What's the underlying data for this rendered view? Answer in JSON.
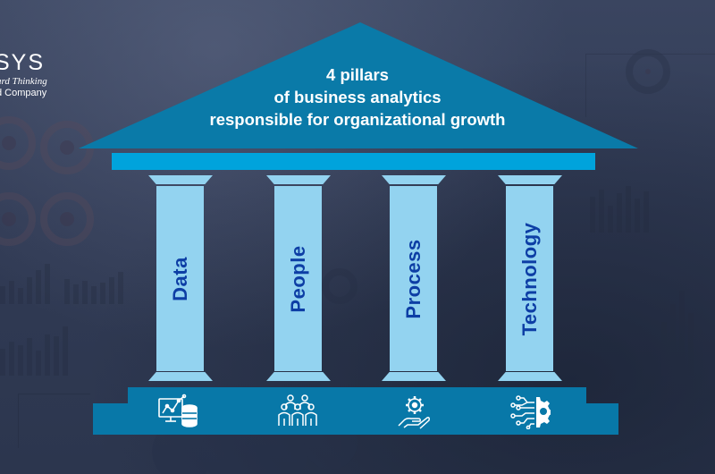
{
  "logo": {
    "brand": "SYS",
    "tagline_1": "ard Thinking",
    "tagline_2": "d Company"
  },
  "roof": {
    "title_line_1": "4 pillars",
    "title_line_2": "of business analytics",
    "title_line_3": "responsible for organizational growth"
  },
  "pillars": [
    {
      "label": "Data",
      "icon": "data-analytics-database-icon"
    },
    {
      "label": "People",
      "icon": "people-group-icon"
    },
    {
      "label": "Process",
      "icon": "hand-gear-process-icon"
    },
    {
      "label": "Technology",
      "icon": "circuit-gear-technology-icon"
    }
  ],
  "colors": {
    "roof": "#0a7aa8",
    "beam": "#00a3dc",
    "pillar": "#93d3f0",
    "pillar_text": "#0d3ea5",
    "base": "#0878a8",
    "background": "#313b55",
    "text_light": "#ffffff"
  }
}
